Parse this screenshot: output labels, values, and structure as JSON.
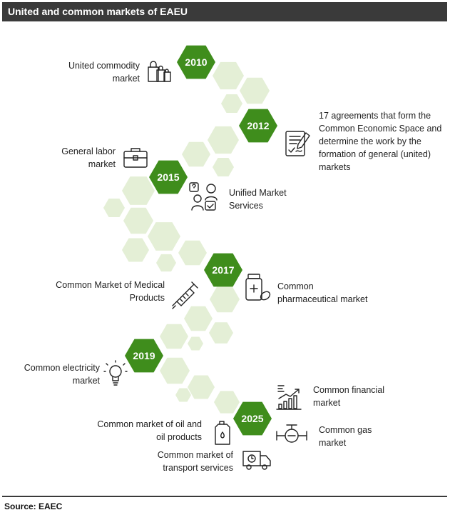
{
  "title": "United and common markets of EAEU",
  "source": "Source: EAEC",
  "colors": {
    "header": "#3a3a3a",
    "year_hex": "#3f8d1c",
    "light_hex": "#e4efd6",
    "text": "#222222"
  },
  "years": [
    "2010",
    "2012",
    "2015",
    "2017",
    "2019",
    "2025"
  ],
  "items": [
    {
      "lines": [
        "United commodity",
        "market"
      ],
      "icon": "shopping-bags-icon"
    },
    {
      "lines": [
        "17 agreements that form the",
        "Common Economic Space and",
        "determine the work by the",
        "formation of general (united)",
        "markets"
      ],
      "icon": "signed-document-icon"
    },
    {
      "lines": [
        "General labor",
        "market"
      ],
      "icon": "briefcase-icon"
    },
    {
      "lines": [
        "Unified Market",
        "Services"
      ],
      "icon": "service-people-icon"
    },
    {
      "lines": [
        "Common Market of Medical",
        "Products"
      ],
      "icon": "syringe-icon"
    },
    {
      "lines": [
        "Common",
        "pharmaceutical market"
      ],
      "icon": "medicine-bottle-icon"
    },
    {
      "lines": [
        "Common electricity",
        "market"
      ],
      "icon": "light-bulb-icon"
    },
    {
      "lines": [
        "Common financial",
        "market"
      ],
      "icon": "growth-chart-icon"
    },
    {
      "lines": [
        "Common gas",
        "market"
      ],
      "icon": "gas-valve-icon"
    },
    {
      "lines": [
        "Common market of oil and",
        "oil products"
      ],
      "icon": "oil-canister-icon"
    },
    {
      "lines": [
        "Common market of",
        "transport services"
      ],
      "icon": "delivery-truck-icon"
    }
  ]
}
